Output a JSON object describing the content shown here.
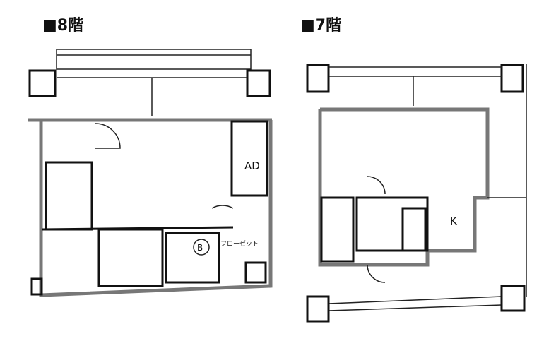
{
  "floors": [
    {
      "title": "■8階",
      "labels": {
        "ad": "AD",
        "b": "B",
        "closet": "フローゼット"
      }
    },
    {
      "title": "■7階",
      "labels": {
        "k": "K"
      }
    }
  ]
}
